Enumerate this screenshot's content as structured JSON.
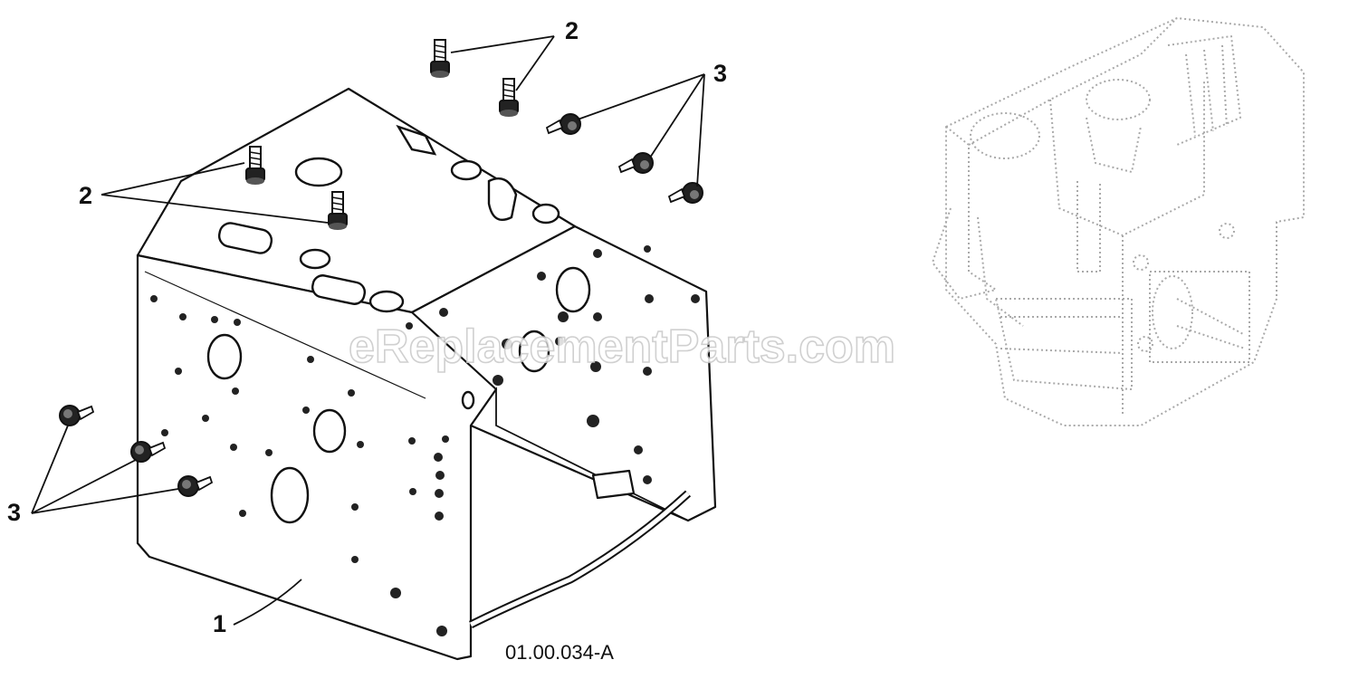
{
  "callouts": {
    "part1": "1",
    "part2_top": "2",
    "part2_left": "2",
    "part3_top": "3",
    "part3_left": "3"
  },
  "figure_code": "01.00.034-A",
  "watermark": "eReplacementParts.com",
  "icons": {
    "bolt": "threaded-bolt-icon",
    "nut": "flange-nut-icon",
    "engine": "engine-outline-icon"
  }
}
